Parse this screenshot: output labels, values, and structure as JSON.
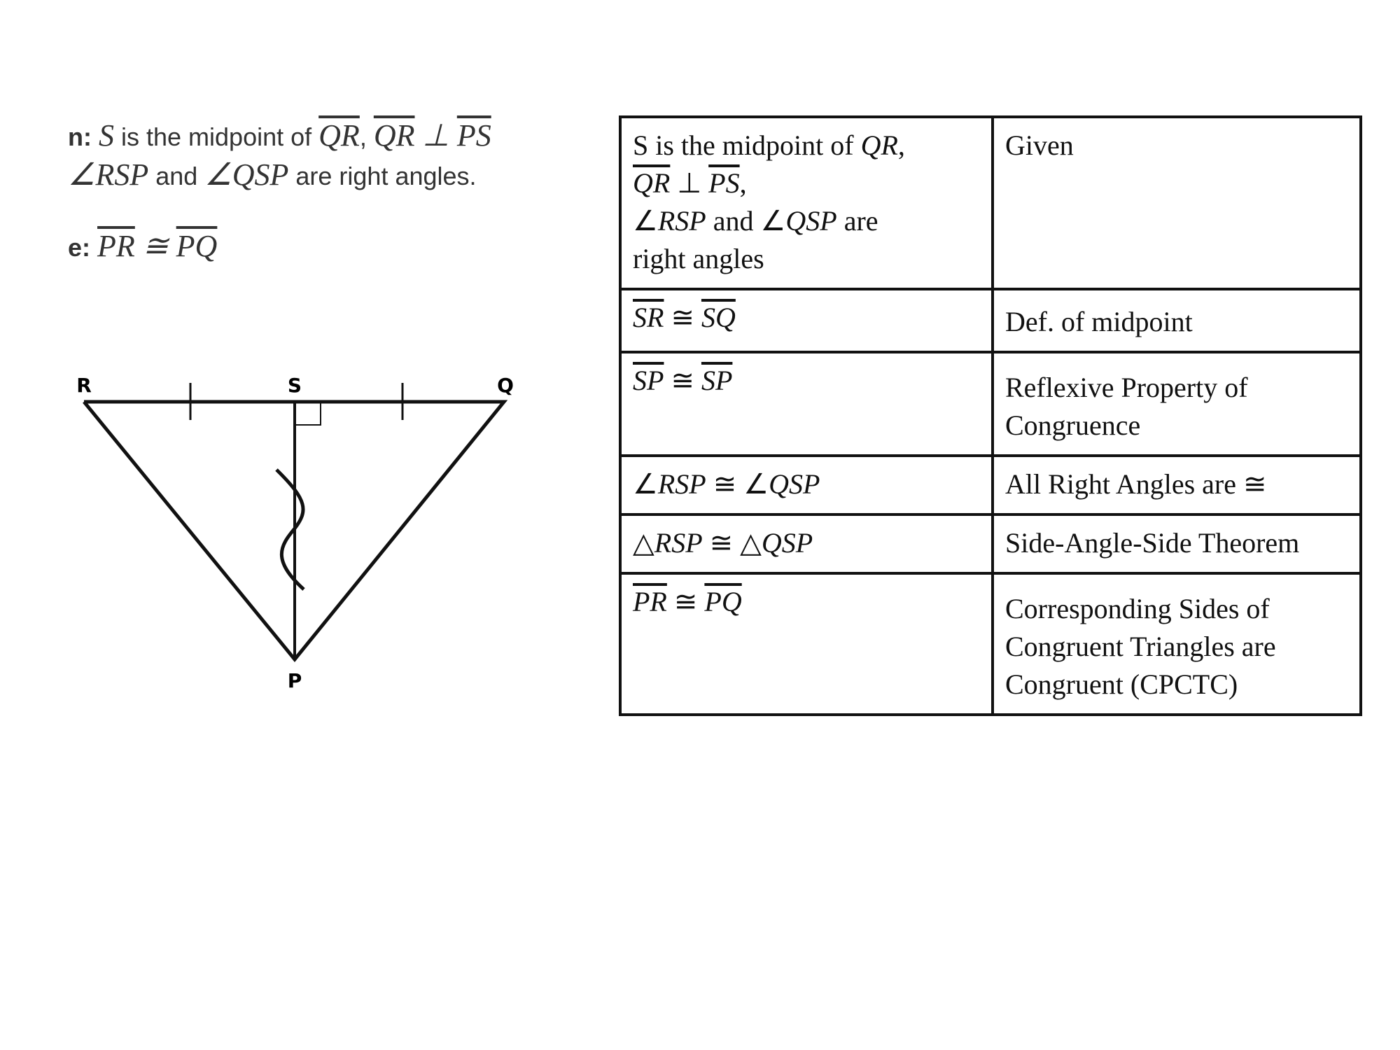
{
  "problem": {
    "given_label": "n:",
    "given_line1": [
      {
        "t": "S",
        "i": true
      },
      {
        "t": " is the midpoint of "
      },
      {
        "t": "QR",
        "i": true,
        "ov": true
      },
      {
        "t": ", "
      },
      {
        "t": "QR",
        "i": true,
        "ov": true
      },
      {
        "t": " ⊥ ",
        "i": true
      },
      {
        "t": "PS",
        "i": true,
        "ov": true
      }
    ],
    "given_line2": [
      {
        "t": "∠RSP",
        "i": true
      },
      {
        "t": " and "
      },
      {
        "t": "∠QSP",
        "i": true
      },
      {
        "t": " are right angles."
      }
    ],
    "prove_label": "e:",
    "prove_line": [
      {
        "t": "PR",
        "i": true,
        "ov": true
      },
      {
        "t": " ≅ ",
        "i": true
      },
      {
        "t": "PQ",
        "i": true,
        "ov": true
      }
    ]
  },
  "diagram": {
    "labels": {
      "R": "R",
      "S": "S",
      "Q": "Q",
      "P": "P"
    }
  },
  "proof_table": {
    "rows": [
      {
        "statement": [
          {
            "t": "S is the midpoint of "
          },
          {
            "t": "QR",
            "i": true
          },
          {
            "t": ","
          },
          {
            "br": true
          },
          {
            "t": "QR",
            "i": true,
            "ov": true
          },
          {
            "t": " ⊥ "
          },
          {
            "t": "PS",
            "i": true,
            "ov": true
          },
          {
            "t": ","
          },
          {
            "br": true
          },
          {
            "t": "∠"
          },
          {
            "t": "RSP",
            "i": true
          },
          {
            "t": " and "
          },
          {
            "t": "∠"
          },
          {
            "t": "QSP",
            "i": true
          },
          {
            "t": " are"
          },
          {
            "br": true
          },
          {
            "t": "right angles"
          }
        ],
        "reason": "Given"
      },
      {
        "statement": [
          {
            "t": "SR",
            "i": true,
            "ov": true
          },
          {
            "t": " ≅ "
          },
          {
            "t": "SQ",
            "i": true,
            "ov": true
          }
        ],
        "reason": "Def. of midpoint"
      },
      {
        "statement": [
          {
            "t": "SP",
            "i": true,
            "ov": true
          },
          {
            "t": " ≅ "
          },
          {
            "t": "SP",
            "i": true,
            "ov": true
          }
        ],
        "reason": "Reflexive Property of Congruence"
      },
      {
        "statement": [
          {
            "t": "∠"
          },
          {
            "t": "RSP",
            "i": true
          },
          {
            "t": " ≅ "
          },
          {
            "t": "∠"
          },
          {
            "t": "QSP",
            "i": true
          }
        ],
        "reason": "All Right Angles are ≅"
      },
      {
        "statement": [
          {
            "t": "△"
          },
          {
            "t": "RSP",
            "i": true
          },
          {
            "t": " ≅ "
          },
          {
            "t": "△"
          },
          {
            "t": "QSP",
            "i": true
          }
        ],
        "reason": "Side-Angle-Side Theorem"
      },
      {
        "statement": [
          {
            "t": "PR",
            "i": true,
            "ov": true
          },
          {
            "t": " ≅ "
          },
          {
            "t": "PQ",
            "i": true,
            "ov": true
          }
        ],
        "reason": "Corresponding Sides of Congruent Triangles are Congruent (CPCTC)"
      }
    ]
  }
}
